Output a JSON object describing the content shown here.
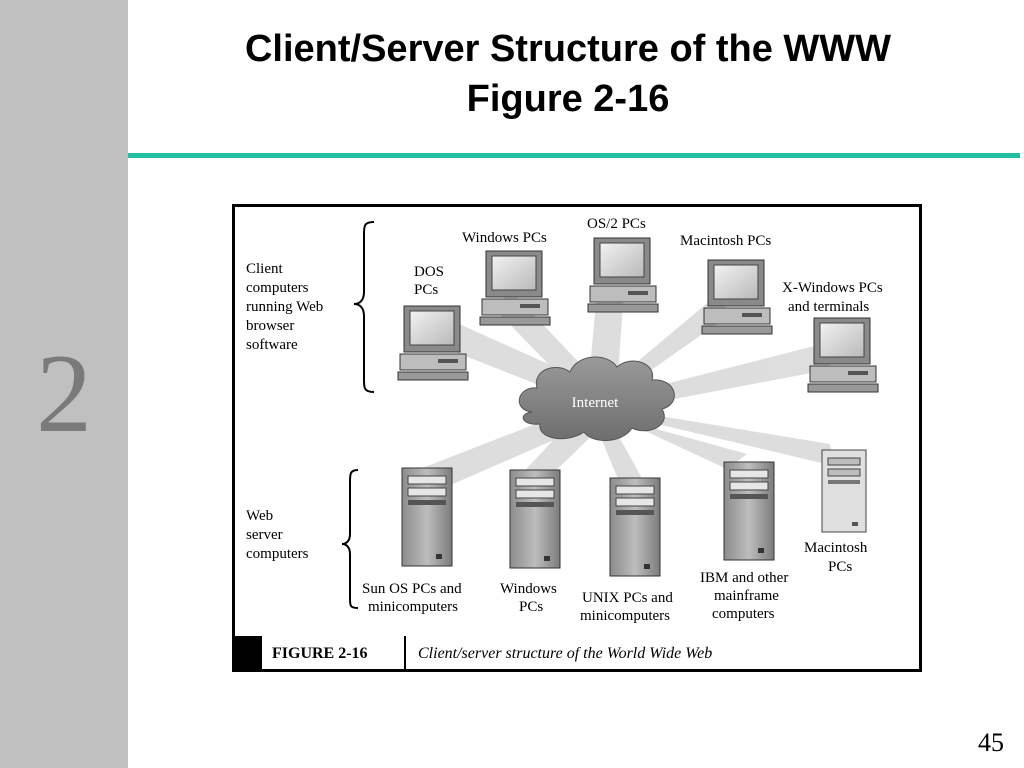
{
  "slide": {
    "title_line1": "Client/Server Structure of the WWW",
    "title_line2": "Figure 2-16",
    "chapter_number": "2",
    "page_number": "45"
  },
  "figure": {
    "client_group_label": [
      "Client",
      "computers",
      "running Web",
      "browser",
      "software"
    ],
    "server_group_label": [
      "Web",
      "server",
      "computers"
    ],
    "internet_label": "Internet",
    "clients": [
      {
        "lines": [
          "DOS",
          "PCs"
        ]
      },
      {
        "lines": [
          "Windows PCs"
        ]
      },
      {
        "lines": [
          "OS/2 PCs"
        ]
      },
      {
        "lines": [
          "Macintosh PCs"
        ]
      },
      {
        "lines": [
          "X-Windows PCs",
          "and terminals"
        ]
      }
    ],
    "servers": [
      {
        "lines": [
          "Sun OS PCs and",
          "minicomputers"
        ]
      },
      {
        "lines": [
          "Windows",
          "PCs"
        ]
      },
      {
        "lines": [
          "UNIX PCs and",
          "minicomputers"
        ]
      },
      {
        "lines": [
          "IBM and other",
          "mainframe",
          "computers"
        ]
      },
      {
        "lines": [
          "Macintosh",
          "PCs"
        ]
      }
    ],
    "caption_number": "FIGURE 2-16",
    "caption_text": "Client/server structure of the World Wide Web"
  }
}
